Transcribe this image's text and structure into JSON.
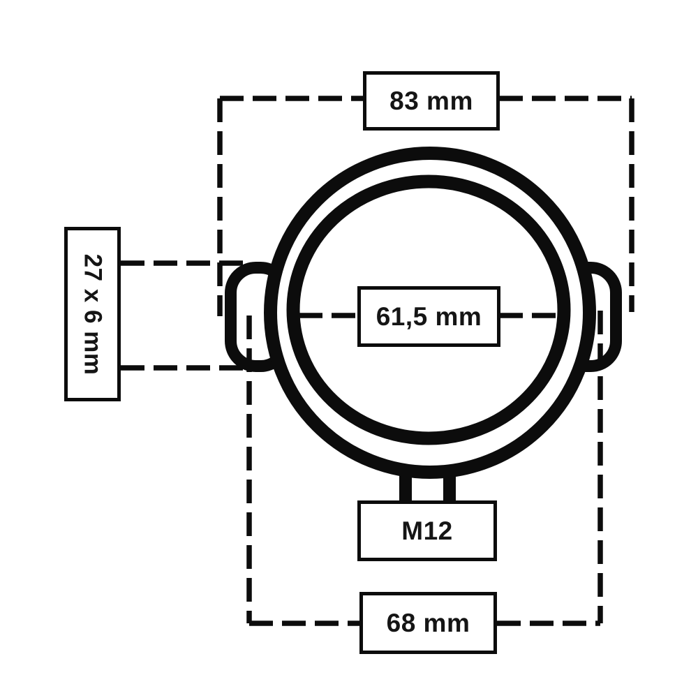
{
  "page": {
    "background_color": "#ffffff",
    "line_color": "#0c0c0c",
    "text_color": "#151515"
  },
  "diagram": {
    "description": "Technical dimension drawing of a round gauge body with two side mounting tabs and a bottom threaded connector",
    "labels": {
      "overall_width": "83 mm",
      "mounting_tab": "27 x 6 mm",
      "inner_diameter": "61,5 mm",
      "thread": "M12",
      "body_width": "68 mm"
    }
  }
}
